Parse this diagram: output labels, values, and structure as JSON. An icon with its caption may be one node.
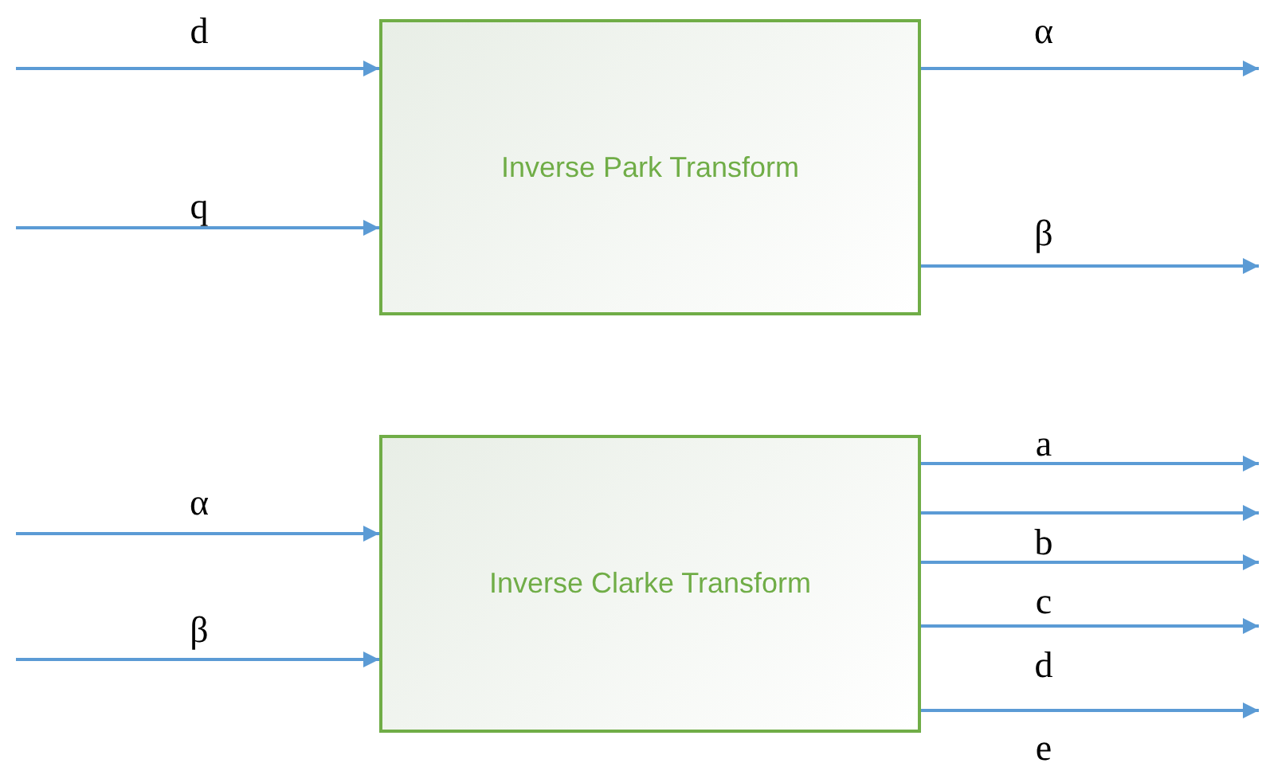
{
  "diagram": {
    "nodes": [
      {
        "text": [
          "Inverse Park Transform"
        ]
      },
      {
        "text": [
          "Inverse Clarke Transform"
        ]
      }
    ],
    "edges": [
      {
        "from": null,
        "to": 0,
        "arrow": "to",
        "label": "d"
      },
      {
        "from": null,
        "to": 0,
        "arrow": "to",
        "label": "q"
      },
      {
        "from": 0,
        "to": null,
        "arrow": "to",
        "label": "α"
      },
      {
        "from": 0,
        "to": null,
        "arrow": "to",
        "label": "β"
      },
      {
        "from": null,
        "to": 1,
        "arrow": "to",
        "label": "α"
      },
      {
        "from": null,
        "to": 1,
        "arrow": "to",
        "label": "β"
      },
      {
        "from": 1,
        "to": null,
        "arrow": "to",
        "label": "a"
      },
      {
        "from": 1,
        "to": null,
        "arrow": "to"
      },
      {
        "from": 1,
        "to": null,
        "arrow": "to",
        "label": "b"
      },
      {
        "from": 1,
        "to": null,
        "arrow": "to",
        "label": "c"
      },
      {
        "from": 1,
        "to": null,
        "arrow": "to",
        "label": "d"
      }
    ],
    "labels": [
      "e"
    ]
  }
}
